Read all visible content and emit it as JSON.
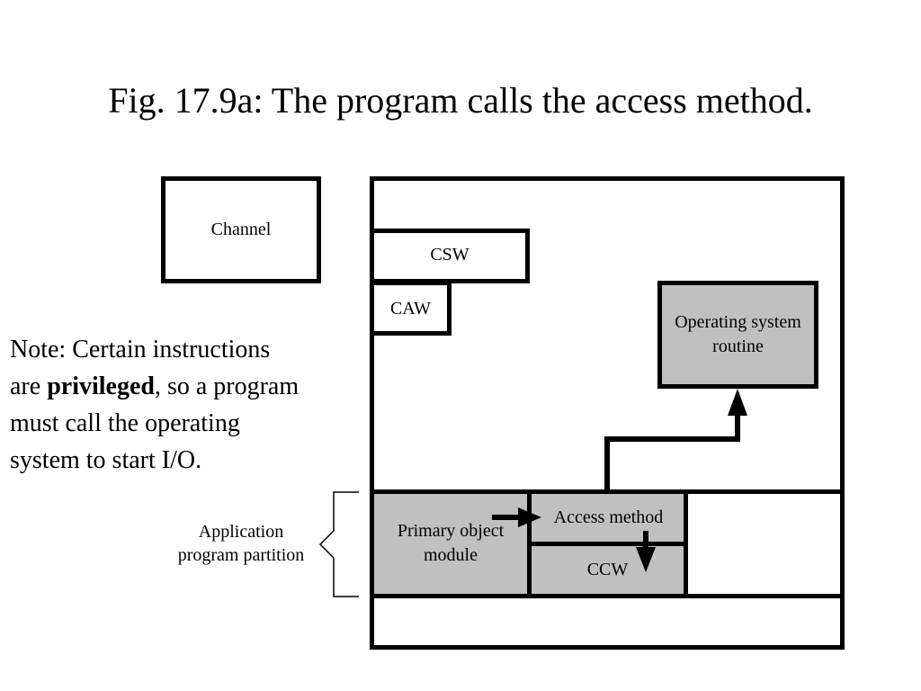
{
  "title": "Fig. 17.9a: The program calls the access method.",
  "labels": {
    "channel": "Channel",
    "csw": "CSW",
    "caw": "CAW",
    "os_routine_line1": "Operating system",
    "os_routine_line2": "routine",
    "primary_line1": "Primary object",
    "primary_line2": "module",
    "access_method": "Access method",
    "ccw": "CCW",
    "partition_line1": "Application",
    "partition_line2": "program partition"
  },
  "note": {
    "line1": "Note: Certain instructions",
    "line2_prefix": "are ",
    "line2_bold": "privileged",
    "line2_suffix": ", so a program",
    "line3": "must call the operating",
    "line4": "system to start I/O."
  },
  "colors": {
    "shaded": "#c0c0c0",
    "stroke": "#000000"
  }
}
